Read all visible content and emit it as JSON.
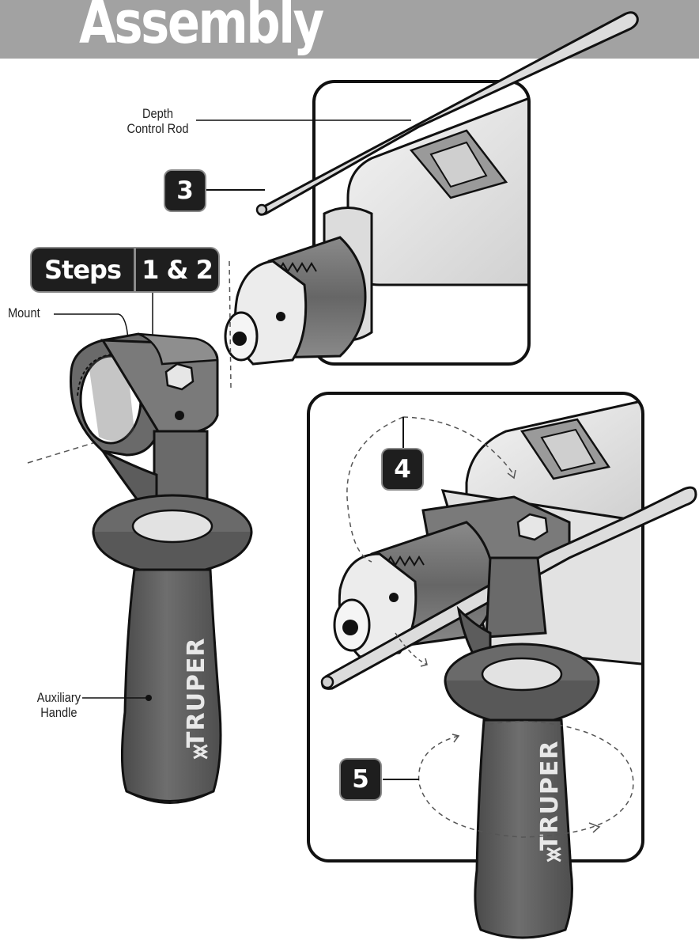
{
  "header": {
    "title": "Assembly"
  },
  "steps": {
    "label": "Steps",
    "numbers": "1 & 2"
  },
  "callouts": {
    "step3": "3",
    "step4": "4",
    "step5": "5"
  },
  "labels": {
    "depth_control_rod_line1": "Depth",
    "depth_control_rod_line2": "Control Rod",
    "mount": "Mount",
    "auxiliary_handle_line1": "Auxiliary",
    "auxiliary_handle_line2": "Handle"
  },
  "brand": {
    "logo_text": "TRUPER"
  },
  "colors": {
    "header_band": "#a2a2a2",
    "badge": "#1e1e1e",
    "handle": "#5f5f5f",
    "drill_body": "#e9e9e9",
    "chuck": "#7a7a7a",
    "outline": "#111111"
  }
}
